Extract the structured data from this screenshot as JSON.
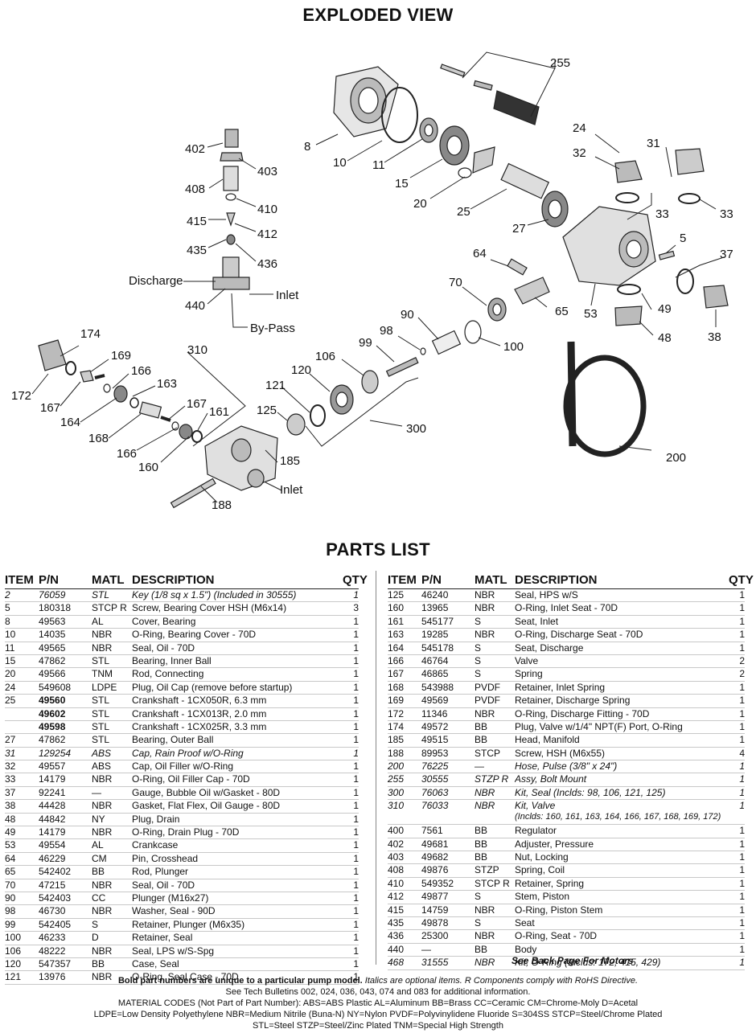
{
  "exploded_title": "EXPLODED VIEW",
  "parts_title": "PARTS LIST",
  "diagram_labels": {
    "l255": "255",
    "l8": "8",
    "l10": "10",
    "l11": "11",
    "l15": "15",
    "l20": "20",
    "l25": "25",
    "l27": "27",
    "l24": "24",
    "l32": "32",
    "l31": "31",
    "l33a": "33",
    "l33b": "33",
    "l5": "5",
    "l37": "37",
    "l38": "38",
    "l48": "48",
    "l49": "49",
    "l53": "53",
    "l64": "64",
    "l65": "65",
    "l70": "70",
    "l90": "90",
    "l98": "98",
    "l99": "99",
    "l100": "100",
    "l106": "106",
    "l120": "120",
    "l121": "121",
    "l125": "125",
    "l300": "300",
    "l200": "200",
    "l402": "402",
    "l403": "403",
    "l408": "408",
    "l410": "410",
    "l415": "415",
    "l412": "412",
    "l435": "435",
    "l436": "436",
    "l440": "440",
    "discharge": "Discharge",
    "inlet1": "Inlet",
    "bypass": "By-Pass",
    "l174": "174",
    "l169": "169",
    "l310": "310",
    "l172": "172",
    "l166a": "166",
    "l163": "163",
    "l167a": "167",
    "l164": "164",
    "l167b": "167",
    "l161": "161",
    "l168": "168",
    "l166b": "166",
    "l160": "160",
    "l185": "185",
    "inlet2": "Inlet",
    "l188": "188"
  },
  "headers": {
    "item": "ITEM",
    "pn": "P/N",
    "matl": "MATL",
    "desc": "DESCRIPTION",
    "qty": "QTY"
  },
  "left_rows": [
    {
      "item": "2",
      "pn": "76059",
      "matl": "STL",
      "desc": "Key (1/8 sq x 1.5\") (Included in 30555)",
      "qty": "1",
      "italic": true
    },
    {
      "item": "5",
      "pn": "180318",
      "matl": "STCP R",
      "desc": "Screw, Bearing Cover HSH (M6x14)",
      "qty": "3"
    },
    {
      "item": "8",
      "pn": "49563",
      "matl": "AL",
      "desc": "Cover, Bearing",
      "qty": "1"
    },
    {
      "item": "10",
      "pn": "14035",
      "matl": "NBR",
      "desc": "O-Ring, Bearing Cover - 70D",
      "qty": "1"
    },
    {
      "item": "11",
      "pn": "49565",
      "matl": "NBR",
      "desc": "Seal, Oil - 70D",
      "qty": "1"
    },
    {
      "item": "15",
      "pn": "47862",
      "matl": "STL",
      "desc": "Bearing, Inner Ball",
      "qty": "1"
    },
    {
      "item": "20",
      "pn": "49566",
      "matl": "TNM",
      "desc": "Rod, Connecting",
      "qty": "1"
    },
    {
      "item": "24",
      "pn": "549608",
      "matl": "LDPE",
      "desc": "Plug, Oil Cap (remove before startup)",
      "qty": "1"
    },
    {
      "item": "25",
      "pn": "49560",
      "matl": "STL",
      "desc": "Crankshaft - 1CX050R, 6.3 mm",
      "qty": "1",
      "bold": true
    },
    {
      "item": "",
      "pn": "49602",
      "matl": "STL",
      "desc": "Crankshaft - 1CX013R, 2.0 mm",
      "qty": "1",
      "bold": true
    },
    {
      "item": "",
      "pn": "49598",
      "matl": "STL",
      "desc": "Crankshaft - 1CX025R, 3.3 mm",
      "qty": "1",
      "bold": true
    },
    {
      "item": "27",
      "pn": "47862",
      "matl": "STL",
      "desc": "Bearing, Outer Ball",
      "qty": "1"
    },
    {
      "item": "31",
      "pn": "129254",
      "matl": "ABS",
      "desc": "Cap, Rain Proof w/O-Ring",
      "qty": "1",
      "italic": true
    },
    {
      "item": "32",
      "pn": "49557",
      "matl": "ABS",
      "desc": "Cap, Oil Filler w/O-Ring",
      "qty": "1"
    },
    {
      "item": "33",
      "pn": "14179",
      "matl": "NBR",
      "desc": "O-Ring, Oil Filler Cap - 70D",
      "qty": "1"
    },
    {
      "item": "37",
      "pn": "92241",
      "matl": "—",
      "desc": "Gauge, Bubble Oil w/Gasket - 80D",
      "qty": "1"
    },
    {
      "item": "38",
      "pn": "44428",
      "matl": "NBR",
      "desc": "Gasket, Flat Flex, Oil Gauge - 80D",
      "qty": "1"
    },
    {
      "item": "48",
      "pn": "44842",
      "matl": "NY",
      "desc": "Plug, Drain",
      "qty": "1"
    },
    {
      "item": "49",
      "pn": "14179",
      "matl": "NBR",
      "desc": "O-Ring, Drain Plug - 70D",
      "qty": "1"
    },
    {
      "item": "53",
      "pn": "49554",
      "matl": "AL",
      "desc": "Crankcase",
      "qty": "1"
    },
    {
      "item": "64",
      "pn": "46229",
      "matl": "CM",
      "desc": "Pin, Crosshead",
      "qty": "1"
    },
    {
      "item": "65",
      "pn": "542402",
      "matl": "BB",
      "desc": "Rod, Plunger",
      "qty": "1"
    },
    {
      "item": "70",
      "pn": "47215",
      "matl": "NBR",
      "desc": "Seal, Oil - 70D",
      "qty": "1"
    },
    {
      "item": "90",
      "pn": "542403",
      "matl": "CC",
      "desc": "Plunger (M16x27)",
      "qty": "1"
    },
    {
      "item": "98",
      "pn": "46730",
      "matl": "NBR",
      "desc": "Washer, Seal - 90D",
      "qty": "1"
    },
    {
      "item": "99",
      "pn": "542405",
      "matl": "S",
      "desc": "Retainer, Plunger (M6x35)",
      "qty": "1"
    },
    {
      "item": "100",
      "pn": "46233",
      "matl": "D",
      "desc": "Retainer, Seal",
      "qty": "1"
    },
    {
      "item": "106",
      "pn": "48222",
      "matl": "NBR",
      "desc": "Seal, LPS w/S-Spg",
      "qty": "1"
    },
    {
      "item": "120",
      "pn": "547357",
      "matl": "BB",
      "desc": "Case, Seal",
      "qty": "1"
    },
    {
      "item": "121",
      "pn": "13976",
      "matl": "NBR",
      "desc": "O-Ring, Seal Case - 70D",
      "qty": "1"
    }
  ],
  "right_rows": [
    {
      "item": "125",
      "pn": "46240",
      "matl": "NBR",
      "desc": "Seal, HPS w/S",
      "qty": "1"
    },
    {
      "item": "160",
      "pn": "13965",
      "matl": "NBR",
      "desc": "O-Ring, Inlet Seat - 70D",
      "qty": "1"
    },
    {
      "item": "161",
      "pn": "545177",
      "matl": "S",
      "desc": "Seat, Inlet",
      "qty": "1"
    },
    {
      "item": "163",
      "pn": "19285",
      "matl": "NBR",
      "desc": "O-Ring, Discharge Seat - 70D",
      "qty": "1"
    },
    {
      "item": "164",
      "pn": "545178",
      "matl": "S",
      "desc": "Seat, Discharge",
      "qty": "1"
    },
    {
      "item": "166",
      "pn": "46764",
      "matl": "S",
      "desc": "Valve",
      "qty": "2"
    },
    {
      "item": "167",
      "pn": "46865",
      "matl": "S",
      "desc": "Spring",
      "qty": "2"
    },
    {
      "item": "168",
      "pn": "543988",
      "matl": "PVDF",
      "desc": "Retainer, Inlet Spring",
      "qty": "1"
    },
    {
      "item": "169",
      "pn": "49569",
      "matl": "PVDF",
      "desc": "Retainer, Discharge Spring",
      "qty": "1"
    },
    {
      "item": "172",
      "pn": "11346",
      "matl": "NBR",
      "desc": "O-Ring, Discharge Fitting - 70D",
      "qty": "1"
    },
    {
      "item": "174",
      "pn": "49572",
      "matl": "BB",
      "desc": "Plug, Valve w/1/4\" NPT(F) Port, O-Ring",
      "qty": "1"
    },
    {
      "item": "185",
      "pn": "49515",
      "matl": "BB",
      "desc": "Head, Manifold",
      "qty": "1"
    },
    {
      "item": "188",
      "pn": "89953",
      "matl": "STCP",
      "desc": "Screw, HSH (M6x55)",
      "qty": "4"
    },
    {
      "item": "200",
      "pn": "76225",
      "matl": "—",
      "desc": "Hose, Pulse (3/8\" x 24\")",
      "qty": "1",
      "italic": true
    },
    {
      "item": "255",
      "pn": "30555",
      "matl": "STZP R",
      "desc": "Assy, Bolt Mount",
      "qty": "1",
      "italic": true
    },
    {
      "item": "300",
      "pn": "76063",
      "matl": "NBR",
      "desc": "Kit, Seal (Inclds: 98, 106, 121, 125)",
      "qty": "1",
      "italic": true
    },
    {
      "item": "310",
      "pn": "76033",
      "matl": "NBR",
      "desc": "Kit, Valve",
      "desc2": "(Inclds: 160, 161, 163, 164, 166, 167, 168, 169, 172)",
      "qty": "1",
      "italic": true
    },
    {
      "item": "400",
      "pn": "7561",
      "matl": "BB",
      "desc": "Regulator",
      "qty": "1"
    },
    {
      "item": "402",
      "pn": "49681",
      "matl": "BB",
      "desc": "Adjuster, Pressure",
      "qty": "1"
    },
    {
      "item": "403",
      "pn": "49682",
      "matl": "BB",
      "desc": "Nut, Locking",
      "qty": "1"
    },
    {
      "item": "408",
      "pn": "49876",
      "matl": "STZP",
      "desc": "Spring, Coil",
      "qty": "1"
    },
    {
      "item": "410",
      "pn": "549352",
      "matl": "STCP R",
      "desc": "Retainer, Spring",
      "qty": "1"
    },
    {
      "item": "412",
      "pn": "49877",
      "matl": "S",
      "desc": "Stem, Piston",
      "qty": "1"
    },
    {
      "item": "415",
      "pn": "14759",
      "matl": "NBR",
      "desc": "O-Ring, Piston Stem",
      "qty": "1"
    },
    {
      "item": "435",
      "pn": "49878",
      "matl": "S",
      "desc": "Seat",
      "qty": "1"
    },
    {
      "item": "436",
      "pn": "25300",
      "matl": "NBR",
      "desc": "O-Ring, Seat - 70D",
      "qty": "1"
    },
    {
      "item": "440",
      "pn": "—",
      "matl": "BB",
      "desc": "Body",
      "qty": "1"
    },
    {
      "item": "468",
      "pn": "31555",
      "matl": "NBR",
      "desc": "Kit, O-Ring (Inclds: 172, 415, 429)",
      "qty": "1",
      "italic": true
    }
  ],
  "see_back": "See Back Page For Motors",
  "notes": {
    "line1_bold": "Bold part numbers are unique to a particular pump model.",
    "line1_rest": " Italics are optional items.  R Components comply with RoHS Directive.",
    "line2": "See Tech Bulletins 002, 024, 036, 043, 074 and 083 for additional information.",
    "line3": "MATERIAL CODES (Not Part of Part Number):  ABS=ABS Plastic  AL=Aluminum  BB=Brass  CC=Ceramic  CM=Chrome-Moly  D=Acetal",
    "line4": "LDPE=Low Density Polyethylene  NBR=Medium Nitrile (Buna-N)  NY=Nylon  PVDF=Polyvinylidene Fluoride  S=304SS  STCP=Steel/Chrome Plated",
    "line5": "STL=Steel  STZP=Steel/Zinc Plated  TNM=Special High Strength"
  }
}
